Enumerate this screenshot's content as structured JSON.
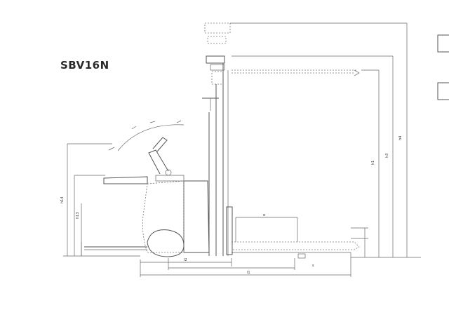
{
  "model_label": "SBV16N",
  "dimension_labels": {
    "h4": "h4",
    "h3": "h3",
    "h1": "h1",
    "h14": "h14",
    "h13": "h13",
    "l1": "l1",
    "l2": "l2",
    "e": "e",
    "s": "s"
  },
  "colors": {
    "line": "#555555",
    "text": "#2a2a2a",
    "background": "#ffffff"
  }
}
